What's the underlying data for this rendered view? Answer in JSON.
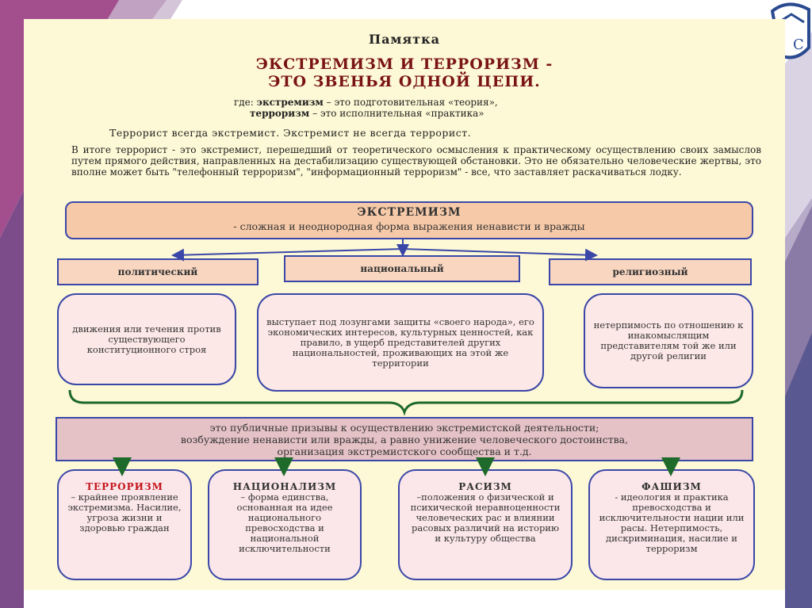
{
  "colors": {
    "poster_bg": "#fdf8d5",
    "border": "#3a47a8",
    "title_red": "#7a1414",
    "arrow_green": "#1e6a2a"
  },
  "logo": {
    "text": "С"
  },
  "memo_title": "Памятка",
  "headline": {
    "line1": "ЭКСТРЕМИЗМ И ТЕРРОРИЗМ -",
    "line2": "ЭТО ЗВЕНЬЯ ОДНОЙ ЦЕПИ."
  },
  "where": {
    "prefix": "где:",
    "term1": "экстремизм",
    "def1": "– это подготовительная «теория»,",
    "term2": "терроризм",
    "def2": "– это исполнительная «практика»"
  },
  "lead": "Террорист всегда экстремист. Экстремист не всегда террорист.",
  "paragraph": "В итоге террорист - это экстремист, перешедший от теоретического осмысления к практическому осуществлению своих замыслов путем прямого действия, направленных на дестабилизацию существующей обстановки. Это не обязательно человеческие жертвы, это вполне может быть \"телефонный терроризм\", \"информационный терроризм\" - все, что заставляет раскачиваться лодку.",
  "extremism": {
    "title": "ЭКСТРЕМИЗМ",
    "subtitle": "- сложная и неоднородная форма выражения ненависти и вражды"
  },
  "types": [
    {
      "label": "политический",
      "desc": "движения или течения против существующего конституционного строя"
    },
    {
      "label": "национальный",
      "desc": "выступает под лозунгами защиты «своего народа», его экономических интересов, культурных ценностей, как правило, в ущерб представителей других национальностей, проживающих на этой же территории"
    },
    {
      "label": "религиозный",
      "desc": "нетерпимость по отношению к инакомыслящим представителям той же или другой религии"
    }
  ],
  "strip": {
    "line1": "это публичные призывы к осуществлению экстремистской деятельности;",
    "line2": "возбуждение ненависти или вражды, а равно унижение человеческого достоинства,",
    "line3": "организация экстремистского сообщества и т.д."
  },
  "categories": [
    {
      "name": "ТЕРРОРИЗМ",
      "desc": "– крайнее проявление экстремизма. Насилие, угроза жизни и здоровью граждан"
    },
    {
      "name": "НАЦИОНАЛИЗМ",
      "desc": "– форма единства, основанная на идее национального превосходства и национальной исключительности"
    },
    {
      "name": "РАСИЗМ",
      "desc": "–положения о физической и психической неравноценности человеческих рас и влиянии расовых различий на историю и культуру общества"
    },
    {
      "name": "ФАШИЗМ",
      "desc": "- идеология и практика превосходства и исключительности нации или расы. Нетерпимость, дискриминация, насилие и терроризм"
    }
  ]
}
